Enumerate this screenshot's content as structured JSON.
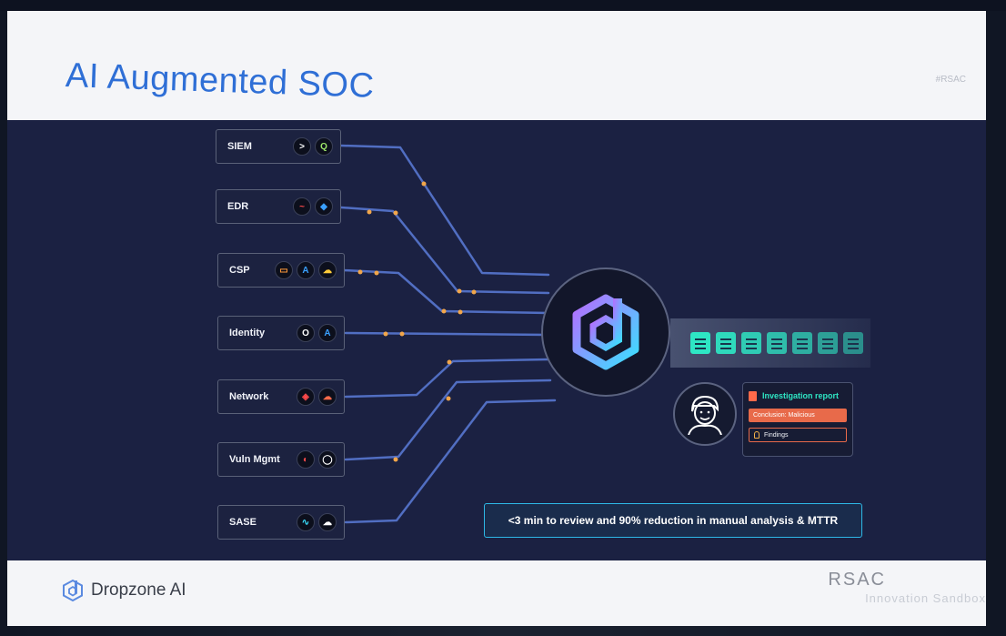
{
  "slide": {
    "title": "AI Augmented SOC",
    "corner_tag": "#RSAC"
  },
  "sources": [
    {
      "label": "SIEM",
      "icons": [
        "splunk-icon",
        "qradar-icon"
      ],
      "glyphs": [
        ">",
        "Q"
      ]
    },
    {
      "label": "EDR",
      "icons": [
        "crowdstrike-icon",
        "defender-icon"
      ],
      "glyphs": [
        "~",
        "◆"
      ]
    },
    {
      "label": "CSP",
      "icons": [
        "aws-icon",
        "azure-icon",
        "gcp-icon"
      ],
      "glyphs": [
        "▭",
        "A",
        "☁"
      ]
    },
    {
      "label": "Identity",
      "icons": [
        "okta-icon",
        "azure-ad-icon"
      ],
      "glyphs": [
        "O",
        "A"
      ]
    },
    {
      "label": "Network",
      "icons": [
        "paloalto-icon",
        "cloudflare-icon"
      ],
      "glyphs": [
        "◈",
        "☁"
      ]
    },
    {
      "label": "Vuln Mgmt",
      "icons": [
        "rapid7-icon",
        "tenable-icon"
      ],
      "glyphs": [
        "◐",
        "◯"
      ]
    },
    {
      "label": "SASE",
      "icons": [
        "netskope-icon",
        "zscaler-icon"
      ],
      "glyphs": [
        "∿",
        "☁"
      ]
    }
  ],
  "report": {
    "title": "Investigation report",
    "conclusion": "Conclusion: Malicious",
    "findings": "Findings"
  },
  "callout": "<3 min to review and 90% reduction in manual analysis & MTTR",
  "footer": {
    "logo_text": "Dropzone AI",
    "rsac": "RSAC",
    "rsac_sub": "Innovation Sandbox"
  },
  "colors": {
    "title": "#2f6fd6",
    "accent_teal": "#2ee6c4",
    "accent_orange": "#e86a4a",
    "connector": "#5a7bd8",
    "slide_bg": "#1b2142"
  },
  "doc_count": 7
}
